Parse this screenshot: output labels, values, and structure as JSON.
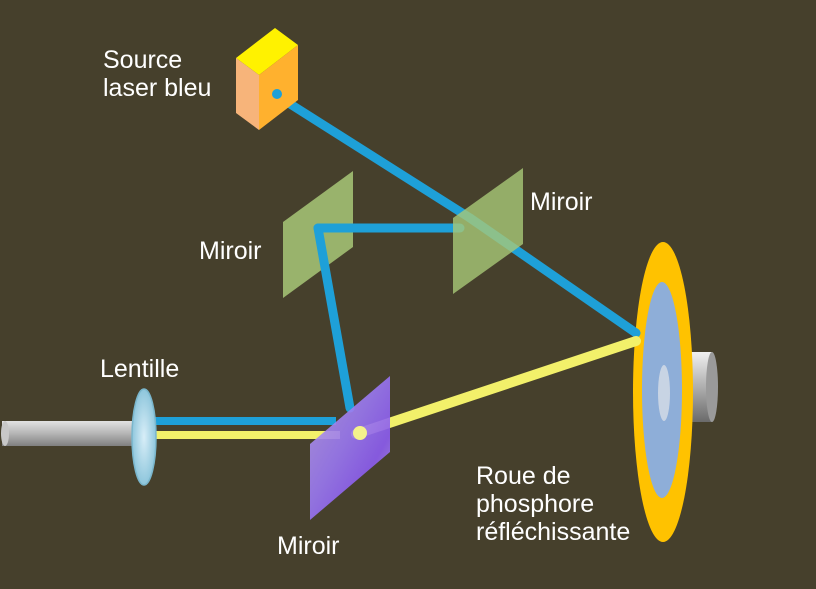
{
  "labels": {
    "source_line1": "Source",
    "source_line2": "laser bleu",
    "mirror_top_right": "Miroir",
    "mirror_top_left": "Miroir",
    "lens": "Lentille",
    "mirror_bottom": "Miroir",
    "wheel_line1": "Roue de",
    "wheel_line2": "phosphore",
    "wheel_line3": "réfléchissante"
  },
  "colors": {
    "background": "#46402c",
    "blue_beam": "#1ea0d8",
    "yellow_beam": "#f2f06a",
    "mirror_green": "#a8c878",
    "laser_orange": "#ffb12e",
    "wheel_yellow": "#ffc200",
    "wheel_blue": "#8eaed8"
  }
}
